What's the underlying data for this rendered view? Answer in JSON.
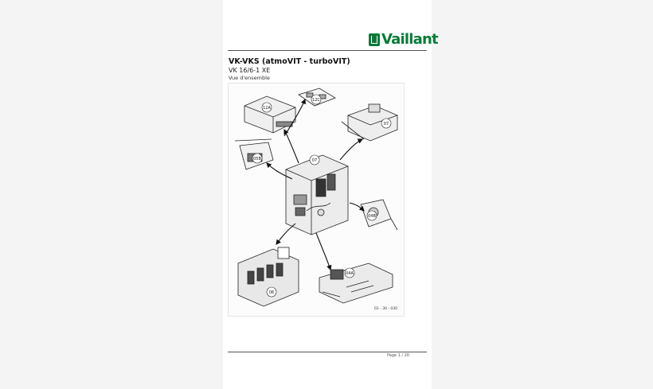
{
  "header": {
    "logo_text": "Vaillant",
    "brand_color": "#0a7a3a"
  },
  "document": {
    "title": "VK-VKS (atmoVIT - turboVIT)",
    "subtitle": "VK 16/6-1 XE",
    "caption": "Vue d'ensemble"
  },
  "drawing": {
    "labels": {
      "top_left": "12A",
      "top_center": "12C",
      "top_right": "07",
      "left_mid": "05B",
      "center": "07",
      "right_mid": "04B",
      "bottom_left": "06",
      "bottom_right": "04A"
    },
    "reference_code": "01 - 30 - 030"
  },
  "footer": {
    "page_number": "Page 1 / 20"
  }
}
